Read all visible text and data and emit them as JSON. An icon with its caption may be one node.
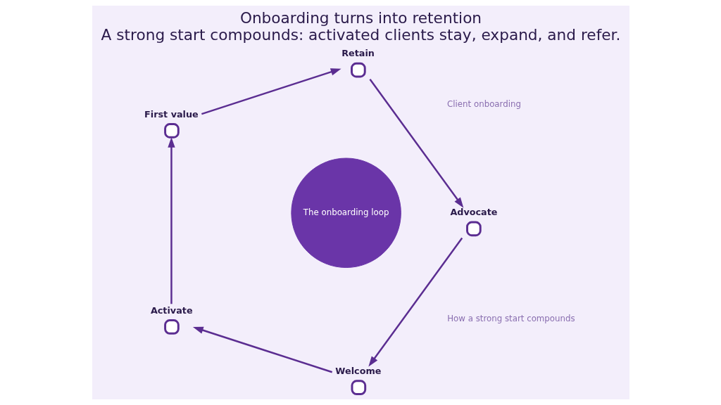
{
  "diagram": {
    "title": "Onboarding turns into retention",
    "caption": "A strong start compounds: activated clients stay, expand, and refer.",
    "nodes": [
      {
        "text": [
          "The onboarding loop"
        ]
      },
      {
        "text": [],
        "shape": "circle",
        "beside": [
          "Welcome"
        ]
      },
      {
        "text": [],
        "shape": "circle",
        "beside": [
          "Activate"
        ]
      },
      {
        "text": [],
        "shape": "circle",
        "beside": [
          "First value"
        ]
      },
      {
        "text": [],
        "shape": "circle",
        "beside": [
          "Retain"
        ]
      },
      {
        "text": [],
        "shape": "circle",
        "beside": [
          "Advocate"
        ]
      }
    ],
    "edges": [
      {
        "from": 1,
        "to": 2,
        "arrow": "to"
      },
      {
        "from": 2,
        "to": 3,
        "arrow": "to"
      },
      {
        "from": 3,
        "to": 4,
        "arrow": "to"
      },
      {
        "from": 4,
        "to": 5,
        "arrow": "to"
      },
      {
        "from": 5,
        "to": 1,
        "arrow": "to"
      }
    ],
    "labels": [
      "How a strong start compounds",
      "Client onboarding"
    ]
  }
}
